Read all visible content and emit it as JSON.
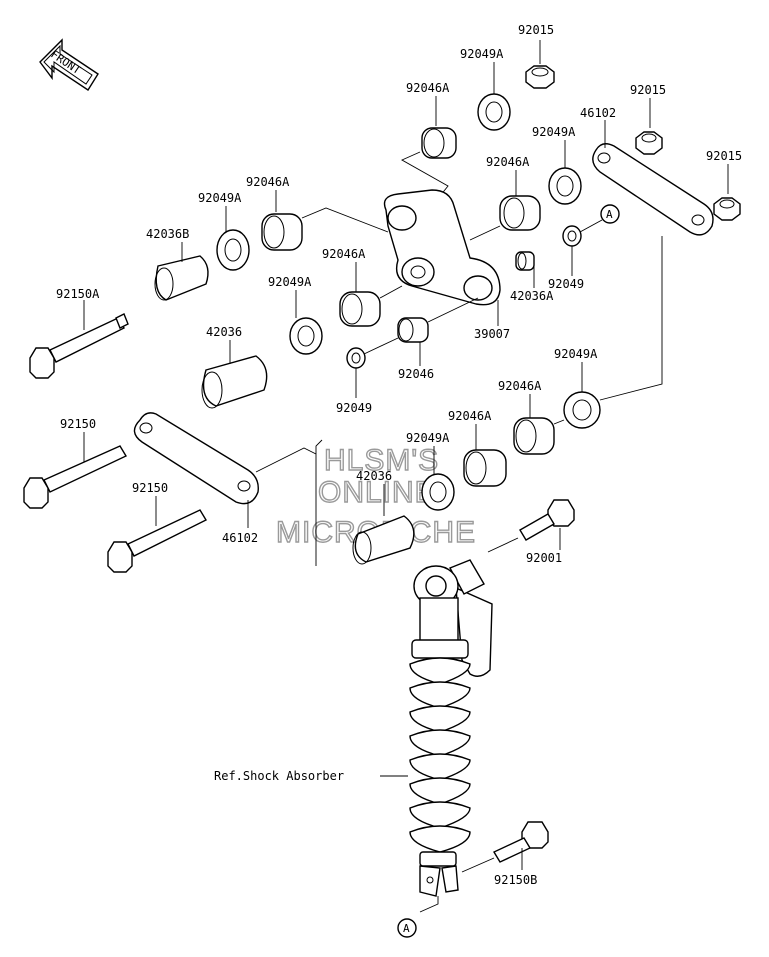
{
  "front_label": "FRONT",
  "watermark": {
    "line1": "HLSM'S",
    "line2": "ONLINE",
    "line3": "MICROFICHE"
  },
  "ref_marker": "A",
  "labels": {
    "p92015_a": "92015",
    "p92049A_a": "92049A",
    "p92046A_a": "92046A",
    "p92015_b": "92015",
    "p46102_a": "46102",
    "p92049A_b": "92049A",
    "p92015_c": "92015",
    "p92046A_b": "92046A",
    "p92046A_c": "92046A",
    "p92049A_c": "92049A",
    "p42036B": "42036B",
    "p92150A": "92150A",
    "p92046A_d": "92046A",
    "p92049A_d": "92049A",
    "p92049_a": "92049",
    "p42036A": "42036A",
    "p39007": "39007",
    "p42036_a": "42036",
    "p92046": "92046",
    "p92049_b": "92049",
    "p92049A_e": "92049A",
    "p92046A_e": "92046A",
    "p92046A_f": "92046A",
    "p92049A_f": "92049A",
    "p42036_b": "42036",
    "p92150_a": "92150",
    "p92150_b": "92150",
    "p46102_b": "46102",
    "p92001": "92001",
    "ref_shock": "Ref.Shock Absorber",
    "p92150B": "92150B"
  }
}
